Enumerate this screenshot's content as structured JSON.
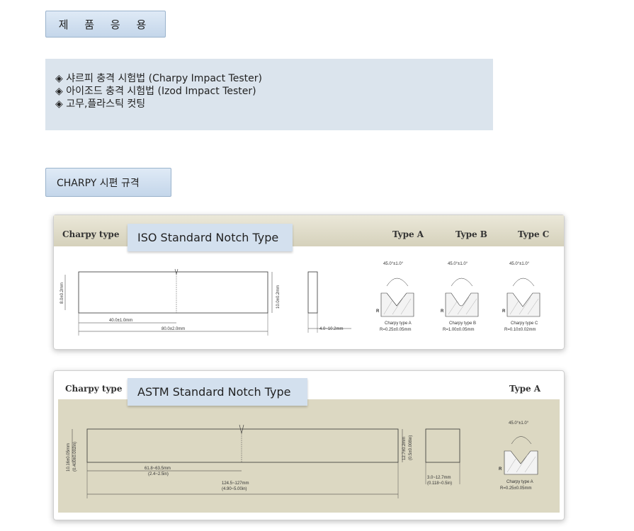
{
  "apps_tab": {
    "label": "제 품 응 용"
  },
  "applications": [
    "◈ 샤르피 충격 시험법 (Charpy Impact Tester)",
    "◈ 아이조드 충격 시험법 (Izod Impact Tester)",
    "◈ 고무,플라스틱 컷팅"
  ],
  "spec_tab": {
    "label": "CHARPY 시편 규격"
  },
  "iso": {
    "charpy_label": "Charpy type",
    "standard_label": "ISO Standard Notch Type",
    "types": [
      "Type A",
      "Type B",
      "Type C"
    ],
    "dims": {
      "height": "8.0±0.2mm",
      "total_height": "10.0±0.2mm",
      "half_length": "40.0±1.0mm",
      "length": "80.0±2.0mm",
      "width": "4.0~10.2mm"
    },
    "notches": [
      {
        "angle": "45.0°±1.0°",
        "name": "Charpy type A",
        "radius": "R=0.25±0.05mm"
      },
      {
        "angle": "45.0°±1.0°",
        "name": "Charpy type B",
        "radius": "R=1.00±0.05mm"
      },
      {
        "angle": "45.0°±1.0°",
        "name": "Charpy type C",
        "radius": "R=0.10±0.02mm"
      }
    ],
    "r_label": "R"
  },
  "astm": {
    "charpy_label": "Charpy type",
    "standard_label": "ASTM Standard Notch Type",
    "types": [
      "Type A"
    ],
    "dims": {
      "height_mm": "10.16±0.05mm",
      "height_in": "(0.400±0.002in)",
      "notch_pos_mm": "61.8~63.5mm",
      "notch_pos_in": "(2.4~2.5in)",
      "length_mm": "124.5~127mm",
      "length_in": "(4.90~5.00in)",
      "thick_mm": "12.7±0.2mm",
      "thick_in": "(0.5±0.008in)",
      "width_mm": "3.0~12.7mm",
      "width_in": "(0.118~0.5in)"
    },
    "notch": {
      "angle": "45.0°±1.0°",
      "name": "Charpy type A",
      "radius": "R=0.25±0.05mm"
    },
    "r_label": "R"
  },
  "colors": {
    "header_band": "#dcd8c2",
    "tab_blue": "#d3e0ee",
    "app_box": "#dbe4ed"
  }
}
